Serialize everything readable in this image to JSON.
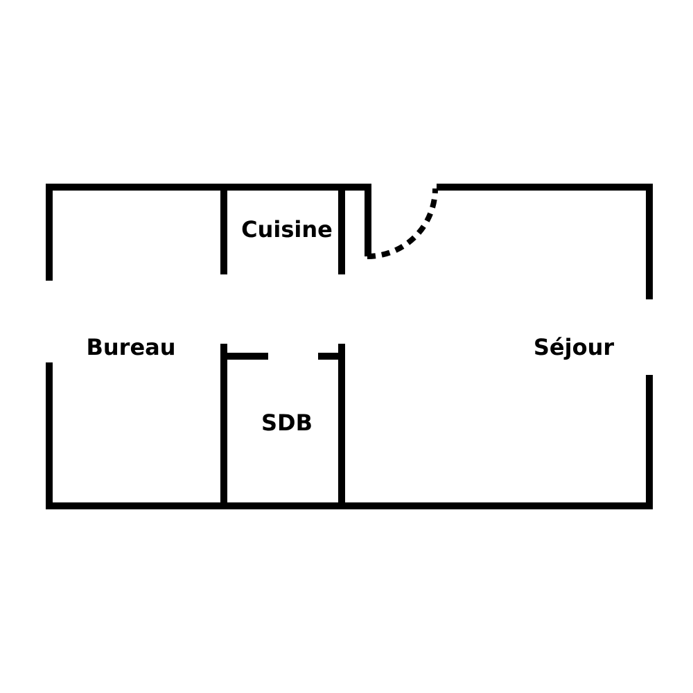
{
  "plan": {
    "wall_color": "#000000",
    "rooms": {
      "cuisine": "Cuisine",
      "bureau": "Bureau",
      "sdb": "SDB",
      "sejour": "Séjour"
    }
  }
}
